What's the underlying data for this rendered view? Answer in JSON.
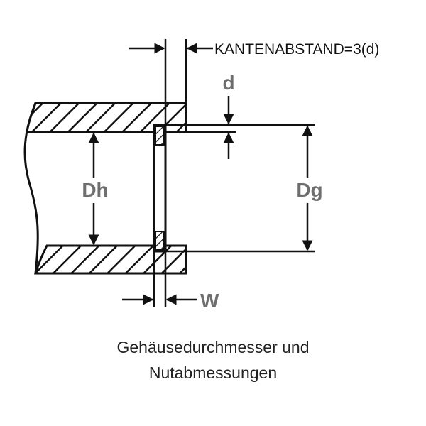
{
  "labels": {
    "edge_distance": "KANTENABSTAND=3(d)",
    "d": "d",
    "dh": "Dh",
    "dg": "Dg",
    "w": "W"
  },
  "caption": {
    "line1": "Gehäusedurchmesser und",
    "line2": "Nutabmessungen"
  }
}
